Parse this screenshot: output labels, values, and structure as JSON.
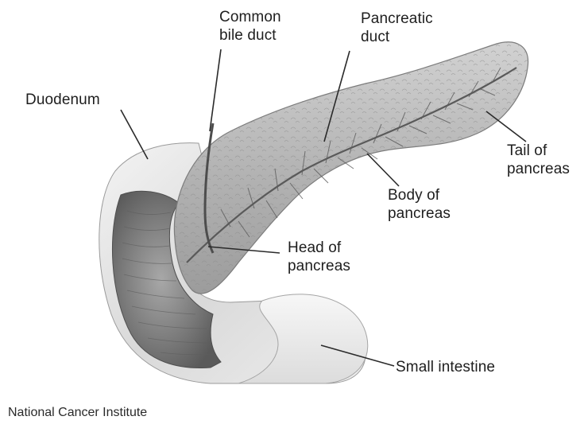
{
  "labels": {
    "common_bile_duct": "Common\nbile duct",
    "pancreatic_duct": "Pancreatic\nduct",
    "duodenum": "Duodenum",
    "tail_of_pancreas": "Tail of\npancreas",
    "body_of_pancreas": "Body of\npancreas",
    "head_of_pancreas": "Head of\npancreas",
    "small_intestine": "Small intestine"
  },
  "credit": "National Cancer Institute"
}
